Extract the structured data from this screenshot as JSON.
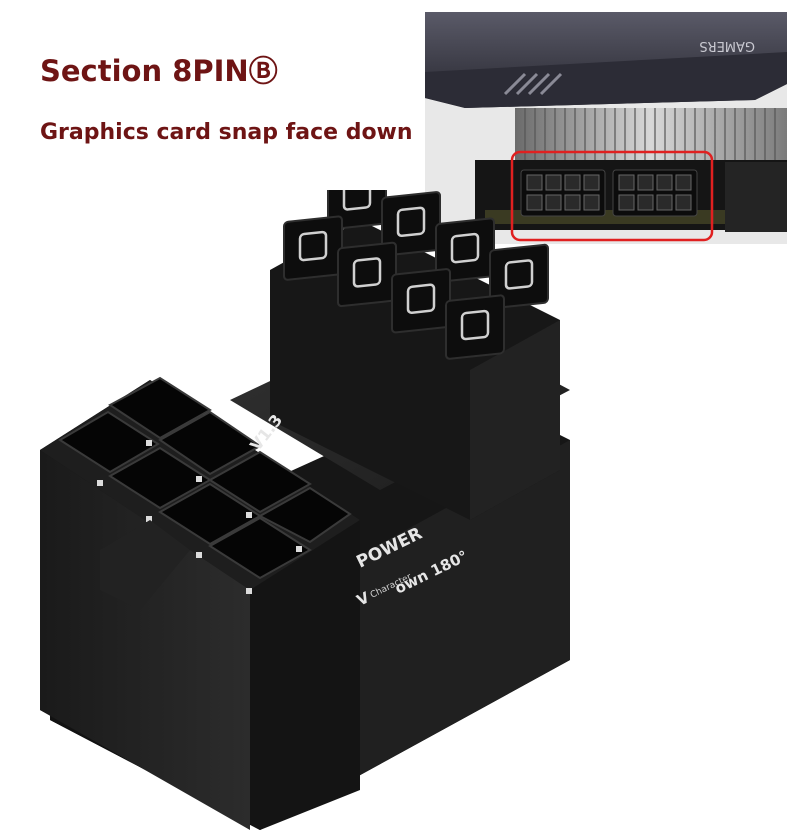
{
  "header": {
    "title": "Section 8PINⒷ",
    "subtitle": "Graphics card snap face down"
  },
  "photo": {
    "card_brand_text": "GAMERS",
    "version_label": "V1.3",
    "power_label": "POWER",
    "direction_label": "own 180°",
    "character_label": "Character",
    "partial_label": "V"
  },
  "colors": {
    "heading": "#6e1414",
    "highlight": "#e02020",
    "plastic": "#1b1b1b"
  }
}
